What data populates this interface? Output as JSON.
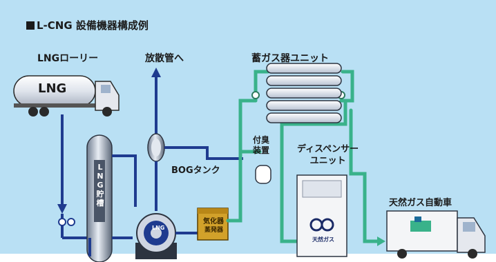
{
  "title": "L-CNG 設備機器構成例",
  "labels": {
    "lng_truck": "LNGローリー",
    "vent": "放散管へ",
    "cascade": "蓄ガス器ユニット",
    "bog_tank": "BOGタンク",
    "odorizer_line1": "付臭",
    "odorizer_line2": "装置",
    "dispenser_line1": "ディスペンサー",
    "dispenser_line2": "ユニット",
    "vehicle": "天然ガス自動車"
  },
  "equipment_text": {
    "truck_tank": "LNG",
    "storage_vertical": "LNG貯槽",
    "vaporizer": "気化器",
    "vaporizer_sub": "蒸発器",
    "pump": "LNG",
    "dispenser_brand": "天然ガス"
  },
  "colors": {
    "sky": "#b9e0f4",
    "ground": "#ffffff",
    "lng_line": "#1f3b8f",
    "cng_line": "#39b28a",
    "equipment": "#cfd6e2",
    "text": "#1b1b1b"
  },
  "icons": [
    "lng-truck-icon",
    "storage-tank-icon",
    "bog-tank-icon",
    "pump-icon",
    "vaporizer-icon",
    "cascade-icon",
    "odorizer-icon",
    "dispenser-icon",
    "cng-vehicle-icon"
  ]
}
